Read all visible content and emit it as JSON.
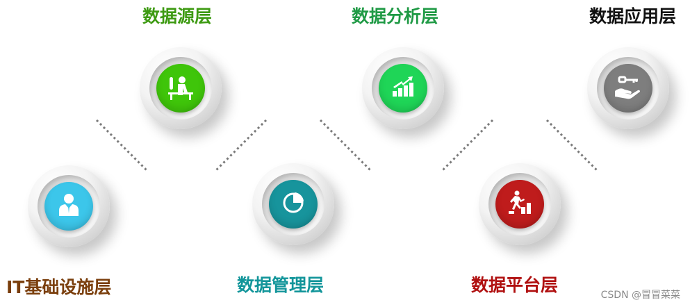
{
  "layers": [
    {
      "id": "datasource",
      "label": "数据源层",
      "color": "#3d9a12",
      "core": "#3fc50a",
      "icon": "person-at-desk-icon"
    },
    {
      "id": "infra",
      "label": "IT基础设施层",
      "color": "#7a3e0c",
      "core": "#3cc6ea",
      "icon": "user-icon"
    },
    {
      "id": "mgmt",
      "label": "数据管理层",
      "color": "#12959a",
      "core": "#17949c",
      "icon": "pie-chart-icon"
    },
    {
      "id": "analysis",
      "label": "数据分析层",
      "color": "#1f9a45",
      "core": "#1fd557",
      "icon": "bar-growth-icon"
    },
    {
      "id": "platform",
      "label": "数据平台层",
      "color": "#b01010",
      "core": "#bf1c1c",
      "icon": "climbing-stairs-icon"
    },
    {
      "id": "app",
      "label": "数据应用层",
      "color": "#111111",
      "core": "#7e7e7e",
      "icon": "key-hand-icon"
    }
  ],
  "watermark": "CSDN @冒冒菜菜"
}
